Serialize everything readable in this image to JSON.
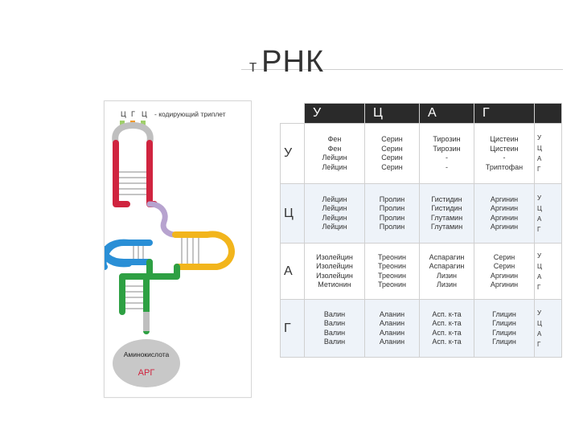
{
  "title": {
    "prefix": "т",
    "main": "РНК"
  },
  "diagram": {
    "anticodon_letters": [
      "Ц",
      "Г",
      "Ц"
    ],
    "anticodon_note": "- кодирующий триплет",
    "amino_label": "Аминокислота",
    "amino_code": "АРГ",
    "colors": {
      "red": "#d0243f",
      "blue": "#2a8fd6",
      "yellow": "#f2b51c",
      "green": "#2ea043",
      "lavender": "#b7a3cf",
      "gray": "#bfbfbf",
      "anticodon_orange": "#ef9a2e",
      "anticodon_green": "#9fcf6a"
    }
  },
  "table": {
    "col_headers": [
      "У",
      "Ц",
      "А",
      "Г",
      ""
    ],
    "rows": [
      {
        "first": "У",
        "cells": [
          [
            "Фен",
            "Фен",
            "Лейцин",
            "Лейцин"
          ],
          [
            "Серин",
            "Серин",
            "Серин",
            "Серин"
          ],
          [
            "Тирозин",
            "Тирозин",
            "-",
            "-"
          ],
          [
            "Цистеин",
            "Цистеин",
            "-",
            "Триптофан"
          ]
        ],
        "third": [
          "У",
          "Ц",
          "А",
          "Г"
        ]
      },
      {
        "first": "Ц",
        "cells": [
          [
            "Лейцин",
            "Лейцин",
            "Лейцин",
            "Лейцин"
          ],
          [
            "Пролин",
            "Пролин",
            "Пролин",
            "Пролин"
          ],
          [
            "Гистидин",
            "Гистидин",
            "Глутамин",
            "Глутамин"
          ],
          [
            "Аргинин",
            "Аргинин",
            "Аргинин",
            "Аргинин"
          ]
        ],
        "third": [
          "У",
          "Ц",
          "А",
          "Г"
        ]
      },
      {
        "first": "А",
        "cells": [
          [
            "Изолейцин",
            "Изолейцин",
            "Изолейцин",
            "Метионин"
          ],
          [
            "Треонин",
            "Треонин",
            "Треонин",
            "Треонин"
          ],
          [
            "Аспарагин",
            "Аспарагин",
            "Лизин",
            "Лизин"
          ],
          [
            "Серин",
            "Серин",
            "Аргинин",
            "Аргинин"
          ]
        ],
        "third": [
          "У",
          "Ц",
          "А",
          "Г"
        ]
      },
      {
        "first": "Г",
        "cells": [
          [
            "Валин",
            "Валин",
            "Валин",
            "Валин"
          ],
          [
            "Аланин",
            "Аланин",
            "Аланин",
            "Аланин"
          ],
          [
            "Асп. к-та",
            "Асп. к-та",
            "Асп. к-та",
            "Асп. к-та"
          ],
          [
            "Глицин",
            "Глицин",
            "Глицин",
            "Глицин"
          ]
        ],
        "third": [
          "У",
          "Ц",
          "А",
          "Г"
        ]
      }
    ]
  }
}
